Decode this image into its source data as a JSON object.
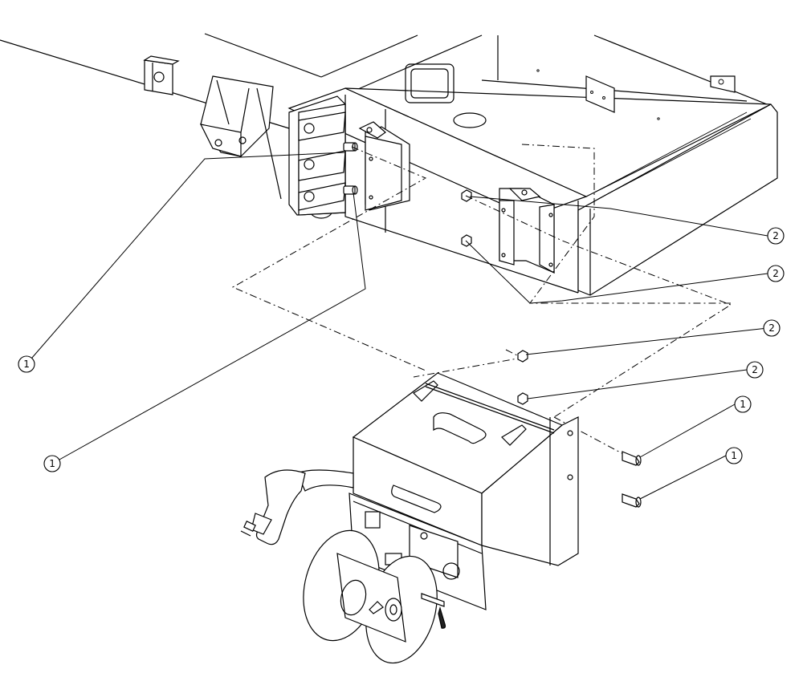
{
  "callouts": [
    {
      "id": "callout-1-left-upper",
      "label": "1"
    },
    {
      "id": "callout-1-left-lower",
      "label": "1"
    },
    {
      "id": "callout-2-right-a",
      "label": "2"
    },
    {
      "id": "callout-2-right-b",
      "label": "2"
    },
    {
      "id": "callout-2-right-c",
      "label": "2"
    },
    {
      "id": "callout-2-right-d",
      "label": "2"
    },
    {
      "id": "callout-1-right-a",
      "label": "1"
    },
    {
      "id": "callout-1-right-b",
      "label": "1"
    }
  ]
}
